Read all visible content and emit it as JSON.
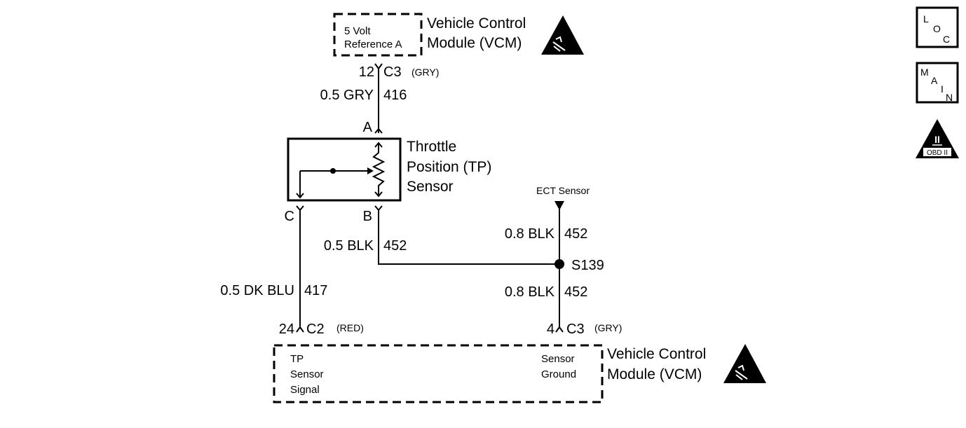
{
  "vcm_top": {
    "ref_line1": "5 Volt",
    "ref_line2": "Reference A",
    "title_line1": "Vehicle Control",
    "title_line2": "Module (VCM)"
  },
  "connector_top": {
    "pin": "12",
    "name": "C3",
    "color": "(GRY)"
  },
  "wire_416": {
    "gauge": "0.5 GRY",
    "circuit": "416"
  },
  "tp_sensor": {
    "label_line1": "Throttle",
    "label_line2": "Position (TP)",
    "label_line3": "Sensor",
    "pin_a": "A",
    "pin_b": "B",
    "pin_c": "C"
  },
  "wire_452_b": {
    "gauge": "0.5 BLK",
    "circuit": "452"
  },
  "wire_417": {
    "gauge": "0.5 DK BLU",
    "circuit": "417"
  },
  "ect": {
    "label": "ECT Sensor"
  },
  "wire_452_upper": {
    "gauge": "0.8 BLK",
    "circuit": "452"
  },
  "splice": {
    "label": "S139"
  },
  "wire_452_lower": {
    "gauge": "0.8 BLK",
    "circuit": "452"
  },
  "connector_c2": {
    "pin": "24",
    "name": "C2",
    "color": "(RED)"
  },
  "connector_c3_bottom": {
    "pin": "4",
    "name": "C3",
    "color": "(GRY)"
  },
  "vcm_bottom": {
    "signal_line1": "TP",
    "signal_line2": "Sensor",
    "signal_line3": "Signal",
    "ground_line1": "Sensor",
    "ground_line2": "Ground",
    "title_line1": "Vehicle Control",
    "title_line2": "Module (VCM)"
  },
  "side_icons": {
    "loc": [
      "L",
      "O",
      "C"
    ],
    "main": [
      "M",
      "A",
      "I",
      "N"
    ],
    "obd_numeral": "II",
    "obd_label": "OBD II"
  }
}
